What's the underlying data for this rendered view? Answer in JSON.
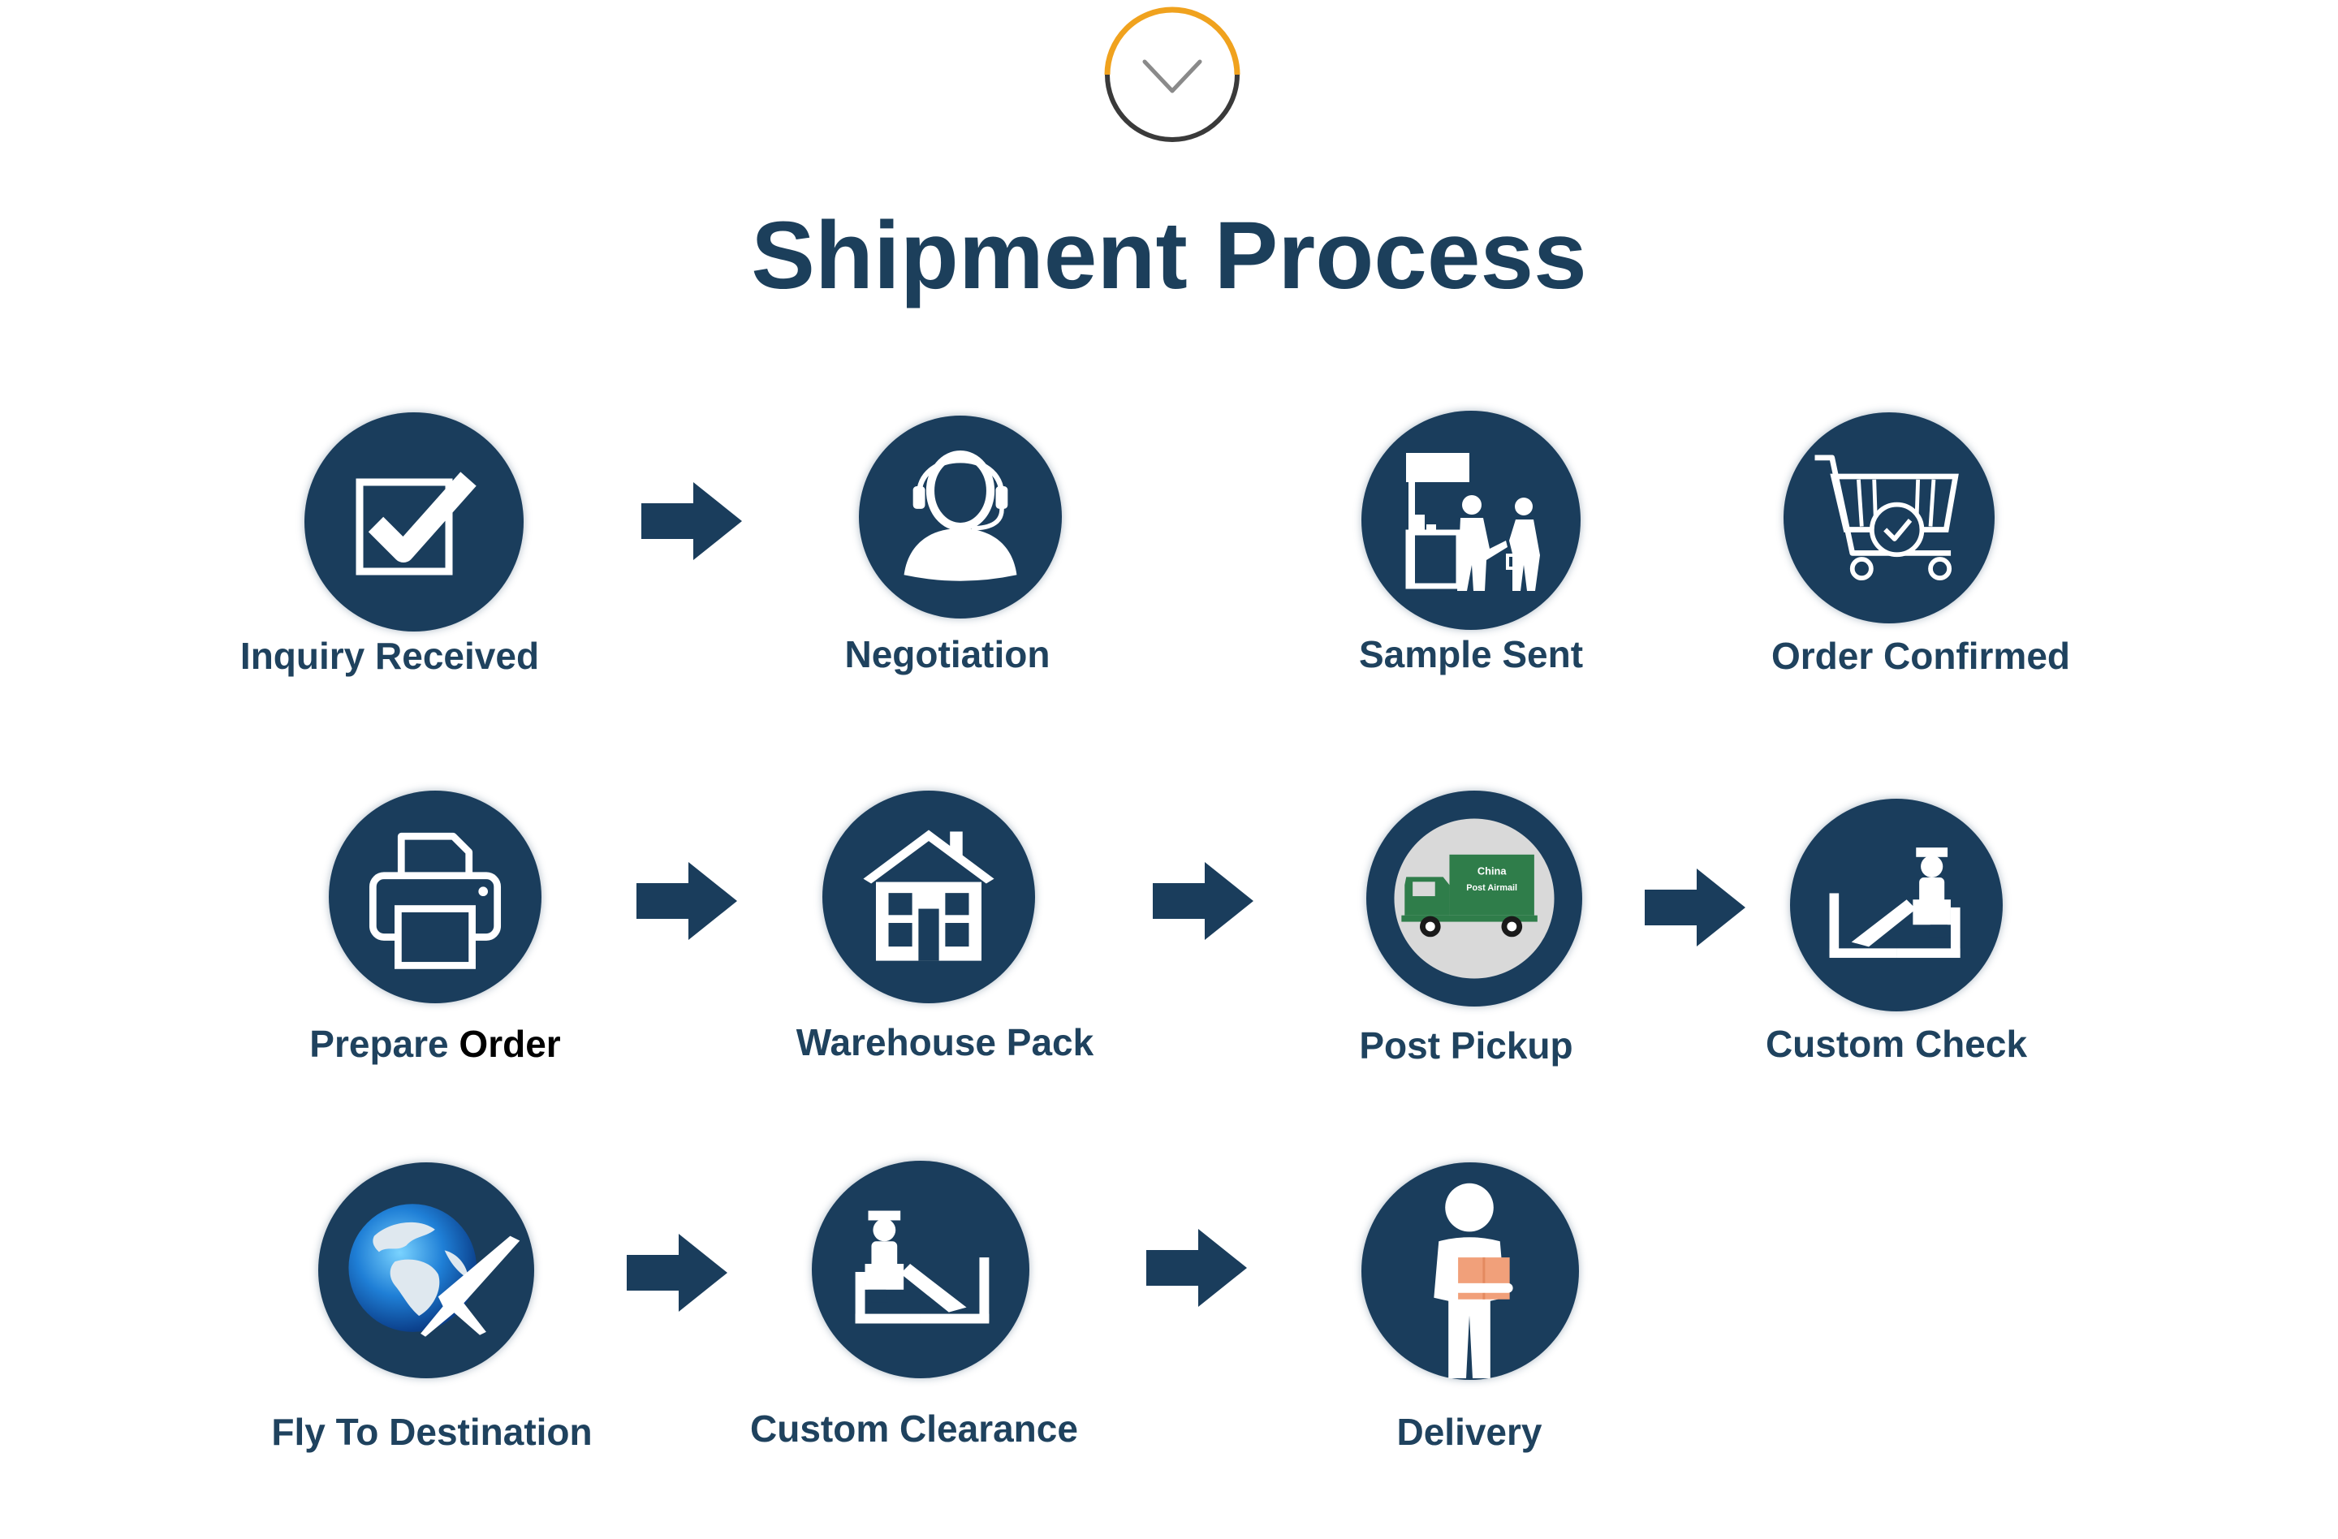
{
  "title": "Shipment Process",
  "colors": {
    "brand": "#1a3d5c",
    "accent_ring": "#f0a21e",
    "ring_dark": "#3a3a3a",
    "label": "#1f425e"
  },
  "scroll_indicator": {
    "icon": "chevron-down-icon"
  },
  "steps": [
    {
      "label": "Inquiry Received",
      "icon": "checkbox-icon"
    },
    {
      "label": "Negotiation",
      "icon": "headset-agent-icon"
    },
    {
      "label": "Sample Sent",
      "icon": "sample-handover-icon"
    },
    {
      "label": "Order Confirmed",
      "icon": "cart-check-icon"
    },
    {
      "label_part1": "Prepare ",
      "label_part2": "Order",
      "icon": "printer-icon"
    },
    {
      "label": "Warehouse Pack",
      "icon": "warehouse-icon"
    },
    {
      "label": "Post Pickup",
      "icon": "post-truck-icon",
      "truck_text_1": "China",
      "truck_text_2": "Post Airmail"
    },
    {
      "label": "Custom Check",
      "icon": "customs-officer-icon"
    },
    {
      "label": "Fly To Destination",
      "icon": "globe-plane-icon"
    },
    {
      "label": "Custom Clearance",
      "icon": "customs-officer-icon"
    },
    {
      "label": "Delivery",
      "icon": "delivery-person-icon"
    }
  ]
}
